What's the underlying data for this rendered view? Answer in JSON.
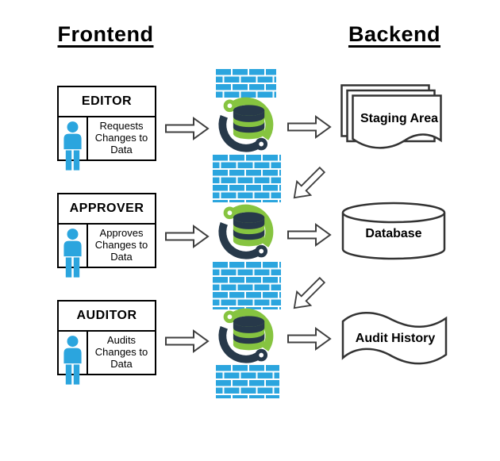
{
  "headers": {
    "frontend": "Frontend",
    "backend": "Backend"
  },
  "roles": [
    {
      "title": "EDITOR",
      "description": "Requests Changes to Data"
    },
    {
      "title": "APPROVER",
      "description": "Approves Changes to Data"
    },
    {
      "title": "AUDITOR",
      "description": "Audits Changes to Data"
    }
  ],
  "backend_shapes": [
    {
      "label": "Staging Area",
      "shape": "document-stack"
    },
    {
      "label": "Database",
      "shape": "cylinder"
    },
    {
      "label": "Audit History",
      "shape": "wave-document"
    }
  ],
  "icons": {
    "person": "person-icon",
    "firewall": "firewall-brick-wall-icon",
    "database_sync": "database-sync-icon",
    "block_arrow": "block-arrow-icon"
  },
  "colors": {
    "brick_blue": "#2BA5DE",
    "person_blue": "#2BA5DE",
    "arc_green": "#86C440",
    "db_navy": "#27394A",
    "outline": "#333333"
  }
}
